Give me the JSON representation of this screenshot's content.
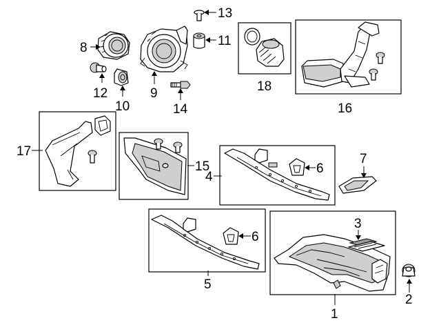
{
  "callouts": {
    "c1": "1",
    "c2": "2",
    "c3": "3",
    "c4": "4",
    "c5": "5",
    "c6a": "6",
    "c6b": "6",
    "c7": "7",
    "c8": "8",
    "c9": "9",
    "c10": "10",
    "c11": "11",
    "c12": "12",
    "c13": "13",
    "c14": "14",
    "c15": "15",
    "c16": "16",
    "c17": "17",
    "c18": "18"
  }
}
